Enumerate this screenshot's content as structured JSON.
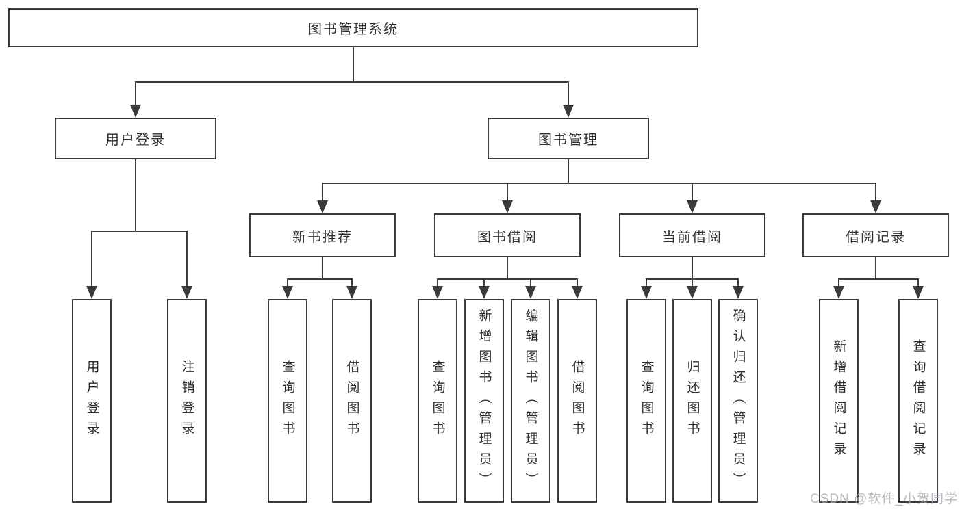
{
  "diagram": {
    "root": {
      "label": "图书管理系统"
    },
    "branches": [
      {
        "label": "用户登录",
        "children": [
          {
            "label": "用户登录"
          },
          {
            "label": "注销登录"
          }
        ]
      },
      {
        "label": "图书管理",
        "children": [
          {
            "label": "新书推荐",
            "children": [
              {
                "label": "查询图书"
              },
              {
                "label": "借阅图书"
              }
            ]
          },
          {
            "label": "图书借阅",
            "children": [
              {
                "label": "查询图书"
              },
              {
                "label": "新增图书（管理员）"
              },
              {
                "label": "编辑图书（管理员）"
              },
              {
                "label": "借阅图书"
              }
            ]
          },
          {
            "label": "当前借阅",
            "children": [
              {
                "label": "查询图书"
              },
              {
                "label": "归还图书"
              },
              {
                "label": "确认归还（管理员）"
              }
            ]
          },
          {
            "label": "借阅记录",
            "children": [
              {
                "label": "新增借阅记录"
              },
              {
                "label": "查询借阅记录"
              }
            ]
          }
        ]
      }
    ]
  },
  "watermark": {
    "text": "CSDN @软件_小贺同学"
  },
  "colors": {
    "line": "#3a3a3c",
    "box_border": "#3a3a3c",
    "text": "#2f2f31",
    "background": "#ffffff",
    "watermark": "#a5aab0"
  }
}
